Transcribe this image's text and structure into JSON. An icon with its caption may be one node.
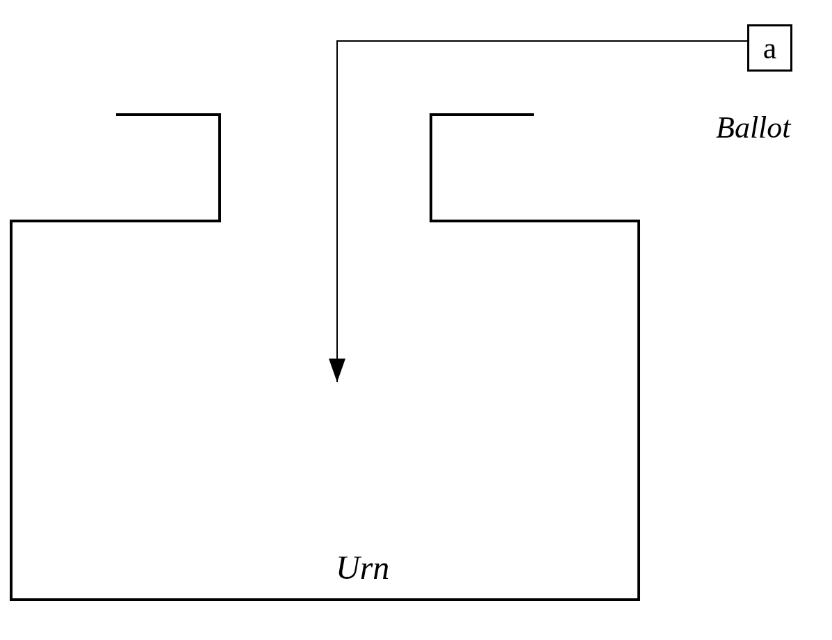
{
  "diagram": {
    "nodes": [
      {
        "text": [
          "a"
        ],
        "beside": [
          "Ballot"
        ]
      },
      {
        "text": [
          "Urn"
        ]
      }
    ],
    "edges": [
      {
        "from": 0,
        "to": 1,
        "arrow": "to"
      }
    ]
  }
}
